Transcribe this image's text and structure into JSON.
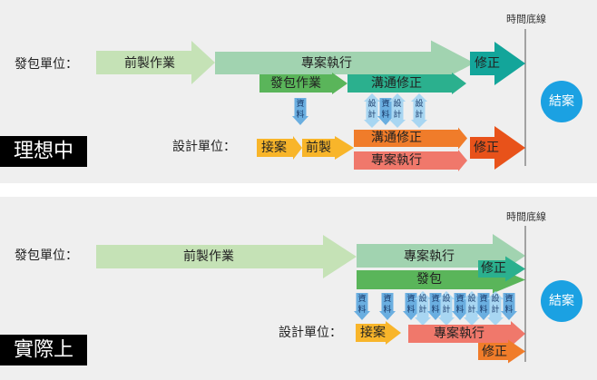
{
  "colors": {
    "panel_bg": "#efefef",
    "light_green": "#c5e2b6",
    "mint": "#a1d3b0",
    "green": "#5ab55a",
    "teal": "#2bb08e",
    "dark_teal": "#13a59a",
    "orange": "#f07c2a",
    "salmon": "#f0786b",
    "red_orange": "#e8521a",
    "yellow": "#f8b52a",
    "blue_arrow": "#6aaee0",
    "light_blue_arrow": "#a8d6f2",
    "circle_blue": "#1ba1e2",
    "title_bg": "#000000"
  },
  "panels": [
    {
      "title": "理想中",
      "timeline_label": "時間底線",
      "client_label": "發包單位：",
      "designer_label": "設計單位：",
      "end_circle": "結案",
      "client_arrows": [
        {
          "label": "前製作業",
          "color": "light_green"
        },
        {
          "label": "專案執行",
          "color": "mint"
        },
        {
          "label": "發包作業",
          "color": "green"
        },
        {
          "label": "溝通修正",
          "color": "teal"
        },
        {
          "label": "修正",
          "color": "dark_teal"
        }
      ],
      "exchange_arrows": [
        {
          "label": "資料",
          "direction": "down"
        },
        {
          "label": "設計",
          "direction": "both"
        },
        {
          "label": "資料",
          "direction": "down"
        },
        {
          "label": "設計",
          "direction": "both"
        },
        {
          "label": "設計",
          "direction": "both"
        }
      ],
      "designer_arrows": [
        {
          "label": "接案",
          "color": "yellow"
        },
        {
          "label": "前製",
          "color": "yellow"
        },
        {
          "label": "溝通修正",
          "color": "orange"
        },
        {
          "label": "專案執行",
          "color": "salmon"
        },
        {
          "label": "修正",
          "color": "red_orange"
        }
      ]
    },
    {
      "title": "實際上",
      "timeline_label": "時間底線",
      "client_label": "發包單位：",
      "designer_label": "設計單位：",
      "end_circle": "結案",
      "client_arrows": [
        {
          "label": "前製作業",
          "color": "light_green"
        },
        {
          "label": "專案執行",
          "color": "mint"
        },
        {
          "label": "修正",
          "color": "teal"
        },
        {
          "label": "發包",
          "color": "green"
        }
      ],
      "exchange_arrows": [
        {
          "label": "資料",
          "direction": "down"
        },
        {
          "label": "資料",
          "direction": "down"
        },
        {
          "label": "資料",
          "direction": "down"
        },
        {
          "label": "設計",
          "direction": "both"
        },
        {
          "label": "資料",
          "direction": "down"
        },
        {
          "label": "設計",
          "direction": "both"
        },
        {
          "label": "資料",
          "direction": "down"
        },
        {
          "label": "設計",
          "direction": "both"
        },
        {
          "label": "資料",
          "direction": "down"
        },
        {
          "label": "設計",
          "direction": "both"
        },
        {
          "label": "資料",
          "direction": "down"
        }
      ],
      "designer_arrows": [
        {
          "label": "接案",
          "color": "yellow"
        },
        {
          "label": "專案執行",
          "color": "salmon"
        },
        {
          "label": "修正",
          "color": "orange"
        }
      ]
    }
  ]
}
